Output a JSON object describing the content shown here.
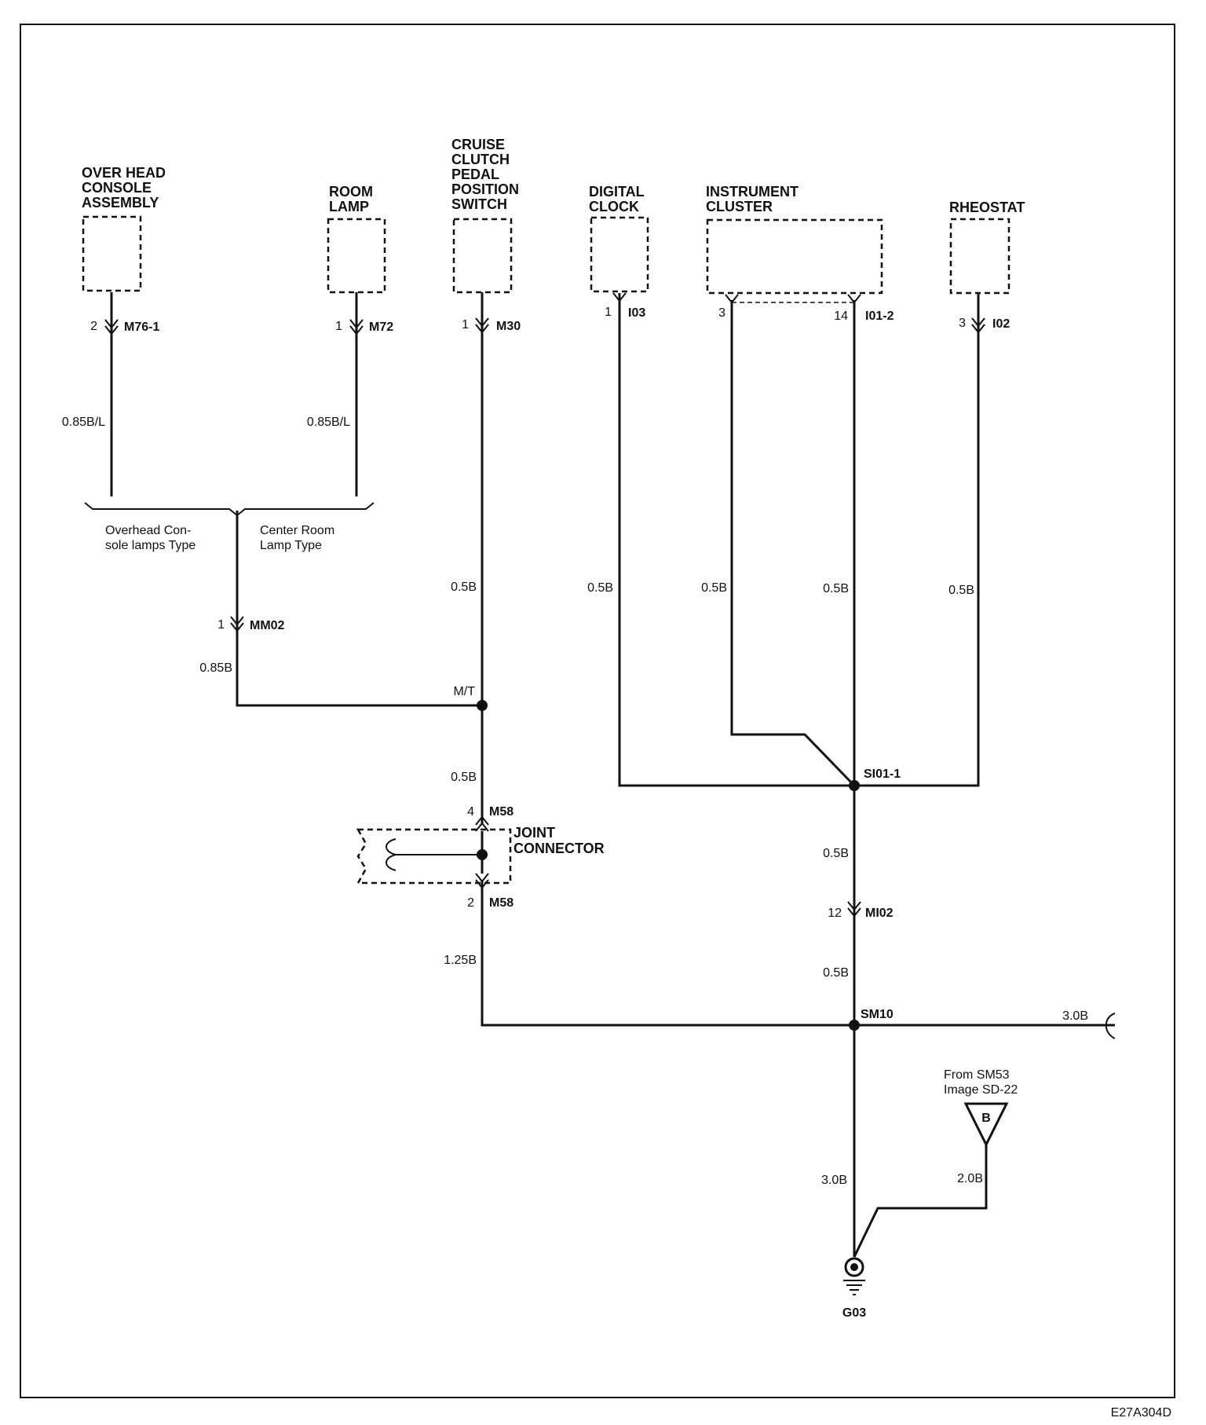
{
  "components": {
    "overhead_console": [
      "OVER HEAD",
      "CONSOLE",
      "ASSEMBLY"
    ],
    "room_lamp": [
      "ROOM",
      "LAMP"
    ],
    "cruise_switch": [
      "CRUISE",
      "CLUTCH",
      "PEDAL",
      "POSITION",
      "SWITCH"
    ],
    "digital_clock": [
      "DIGITAL",
      "CLOCK"
    ],
    "instrument_cluster": [
      "INSTRUMENT",
      "CLUSTER"
    ],
    "rheostat": [
      "RHEOSTAT"
    ],
    "joint_connector": [
      "JOINT",
      "CONNECTOR"
    ]
  },
  "connectors": {
    "m76_1": {
      "pin": "2",
      "name": "M76-1"
    },
    "m72": {
      "pin": "1",
      "name": "M72"
    },
    "m30": {
      "pin": "1",
      "name": "M30"
    },
    "i03": {
      "pin": "1",
      "name": "I03"
    },
    "i01_2_a": {
      "pin": "3"
    },
    "i01_2_b": {
      "pin": "14",
      "name": "I01-2"
    },
    "i02": {
      "pin": "3",
      "name": "I02"
    },
    "mm02": {
      "pin": "1",
      "name": "MM02"
    },
    "m58_top": {
      "pin": "4",
      "name": "M58"
    },
    "m58_bottom": {
      "pin": "2",
      "name": "M58"
    },
    "mi02": {
      "pin": "12",
      "name": "MI02"
    }
  },
  "splices": {
    "mt": "M/T",
    "si01_1": "SI01-1",
    "sm10": "SM10"
  },
  "wires": {
    "overhead": "0.85B/L",
    "room": "0.85B/L",
    "mm02": "0.85B",
    "cruise": "0.5B",
    "mt_to_m58": "0.5B",
    "m58_to_sm10": "1.25B",
    "clock": "0.5B",
    "cluster3": "0.5B",
    "cluster14": "0.5B",
    "rheostat": "0.5B",
    "si_to_mi02": "0.5B",
    "mi02_to_sm10": "0.5B",
    "sm10_right": "3.0B",
    "sm10_ground": "3.0B",
    "from_b": "2.0B"
  },
  "options": {
    "overhead": [
      "Overhead Con-",
      "sole lamps Type"
    ],
    "center": [
      "Center Room",
      "Lamp Type"
    ]
  },
  "reference": {
    "from": [
      "From SM53",
      "Image  SD-22"
    ],
    "letter": "B"
  },
  "ground": "G03",
  "figure_id": "E27A304D"
}
